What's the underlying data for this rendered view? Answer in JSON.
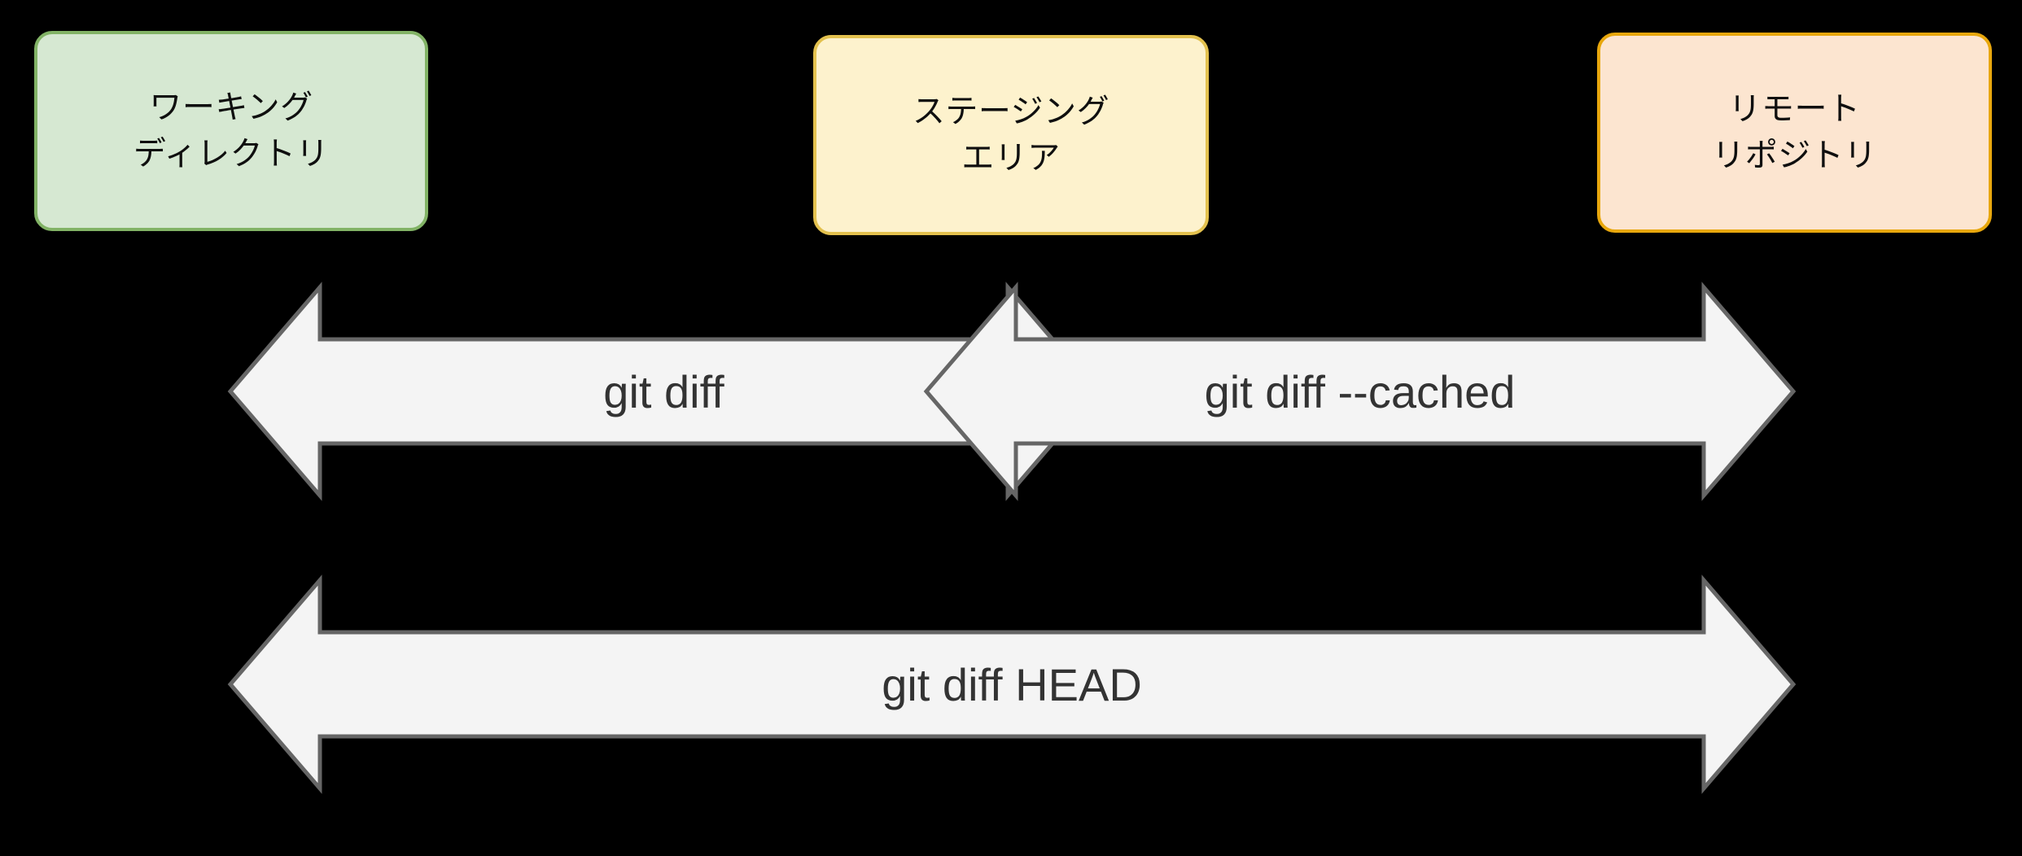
{
  "diagram": {
    "title": "git diff scopes diagram",
    "background_color": "#000000",
    "nodes": [
      {
        "id": "working-directory",
        "lines": [
          "ワーキング",
          "ディレクトリ"
        ],
        "fill": "#d6e8d2",
        "stroke": "#82b366"
      },
      {
        "id": "staging-area",
        "lines": [
          "ステージング",
          "エリア"
        ],
        "fill": "#fdf2cd",
        "stroke": "#e3c14e"
      },
      {
        "id": "remote-repository",
        "lines": [
          "リモート",
          "リポジトリ"
        ],
        "fill": "#fce5d0",
        "stroke": "#e8a70c"
      }
    ],
    "arrows": [
      {
        "id": "git-diff",
        "label": "git diff",
        "direction": "double",
        "from": "working-directory",
        "to": "staging-area",
        "fill": "#f4f4f4",
        "stroke": "#666666",
        "label_color": "#333333"
      },
      {
        "id": "git-diff-cached",
        "label": "git diff --cached",
        "direction": "double",
        "from": "staging-area",
        "to": "remote-repository",
        "fill": "#f4f4f4",
        "stroke": "#666666",
        "label_color": "#333333"
      },
      {
        "id": "git-diff-head",
        "label": "git diff HEAD",
        "direction": "double",
        "from": "working-directory",
        "to": "remote-repository",
        "fill": "#f4f4f4",
        "stroke": "#666666",
        "label_color": "#333333"
      }
    ]
  }
}
